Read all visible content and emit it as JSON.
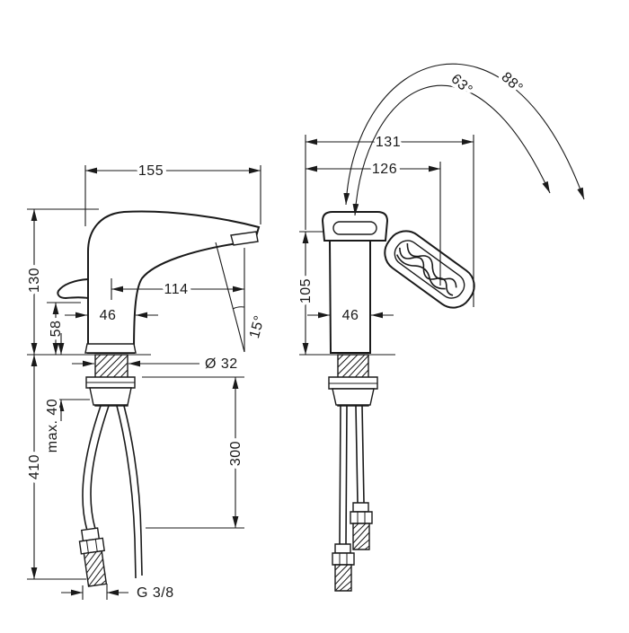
{
  "drawing": {
    "product": "single-lever-basin-mixer-technical-drawing",
    "colors": {
      "line": "#1a1a1a",
      "background": "#ffffff"
    },
    "side_view": {
      "width_overall": "155",
      "height_overall": "130",
      "height_handle": "58",
      "spout_reach": "114",
      "body_depth": "46",
      "spout_angle": "15°",
      "hole_diameter": "Ø 32",
      "mounting_thickness": "max. 40",
      "length_below_total": "410",
      "hose_length": "300",
      "thread_size": "G 3/8"
    },
    "front_view": {
      "width_with_handle": "131",
      "width_to_handle_edge": "126",
      "spout_height": "105",
      "body_width": "46",
      "handle_angle_inner": "63°",
      "handle_angle_outer": "88°"
    }
  }
}
